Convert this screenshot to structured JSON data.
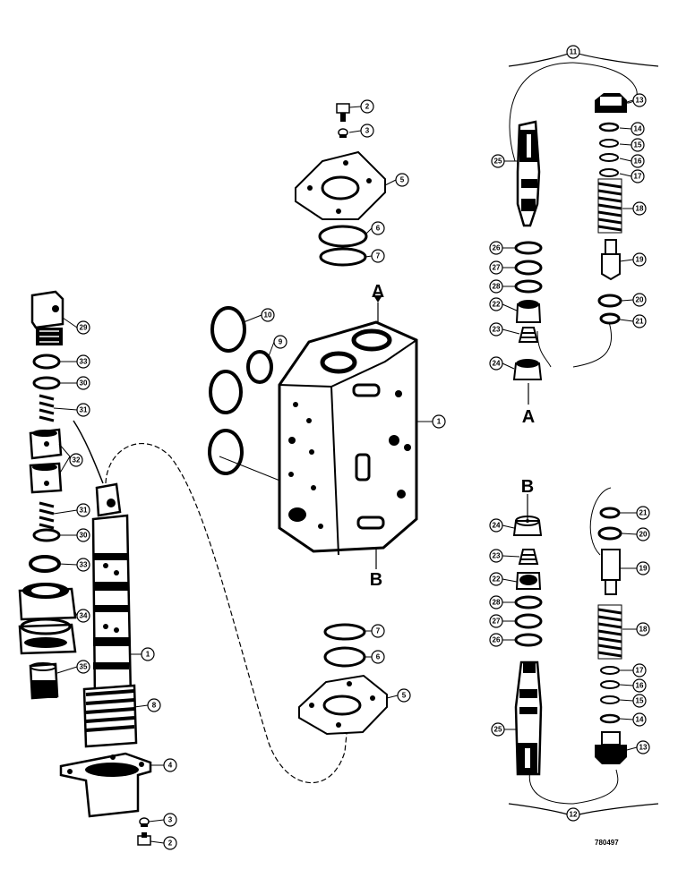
{
  "diagram": {
    "drawing_code": "780497",
    "section_markers": {
      "top_a": "A",
      "lower_a": "A",
      "top_b": "B",
      "lower_b": "B"
    },
    "callouts": {
      "c2_top": "2",
      "c3_top": "3",
      "c5_top": "5",
      "c6_top": "6",
      "c7_top": "7",
      "c10": "10",
      "c9": "9",
      "c1_body": "1",
      "c11": "11",
      "c13_a": "13",
      "c14_a": "14",
      "c15_a": "15",
      "c16_a": "16",
      "c17_a": "17",
      "c18_a": "18",
      "c19_a": "19",
      "c20_a": "20",
      "c21_a": "21",
      "c25_a": "25",
      "c26_a": "26",
      "c27_a": "27",
      "c28_a": "28",
      "c22_a": "22",
      "c23_a": "23",
      "c24_a": "24",
      "c29": "29",
      "c33_a": "33",
      "c30_a": "30",
      "c31_a": "31",
      "c32": "32",
      "c31_b": "31",
      "c30_b": "30",
      "c33_b": "33",
      "c34": "34",
      "c35": "35",
      "c1_spool": "1",
      "c8": "8",
      "c4": "4",
      "c3_bottom": "3",
      "c2_bottom": "2",
      "c7_bottom": "7",
      "c6_bottom": "6",
      "c5_bottom": "5",
      "c24_b": "24",
      "c23_b": "23",
      "c22_b": "22",
      "c28_b": "28",
      "c27_b": "27",
      "c26_b": "26",
      "c25_b": "25",
      "c21_b": "21",
      "c20_b": "20",
      "c19_b": "19",
      "c18_b": "18",
      "c17_b": "17",
      "c16_b": "16",
      "c15_b": "15",
      "c14_b": "14",
      "c13_b": "13",
      "c12": "12"
    }
  }
}
